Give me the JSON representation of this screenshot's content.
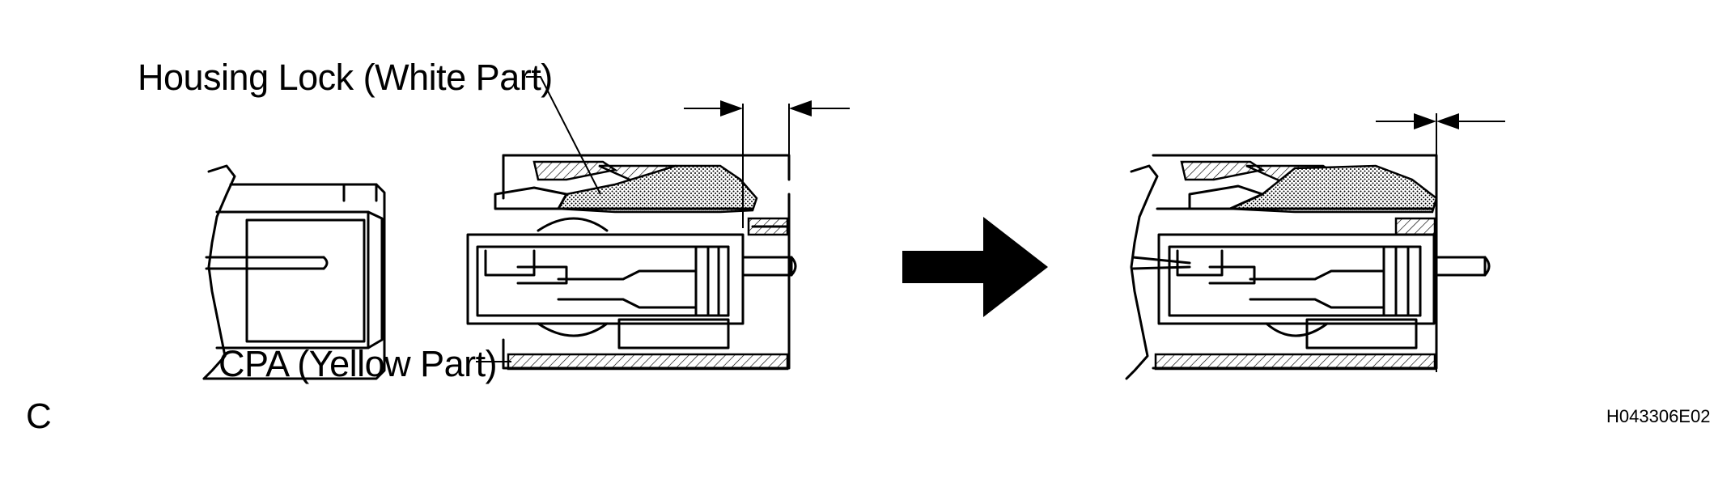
{
  "labels": {
    "housing_lock": "Housing Lock (White Part)",
    "cpa": "CPA (Yellow Part)",
    "section": "C",
    "figure_code": "H043306E02"
  },
  "colors": {
    "line": "#000000",
    "background": "#ffffff"
  },
  "icons": {
    "direction": "right-arrow-icon"
  }
}
